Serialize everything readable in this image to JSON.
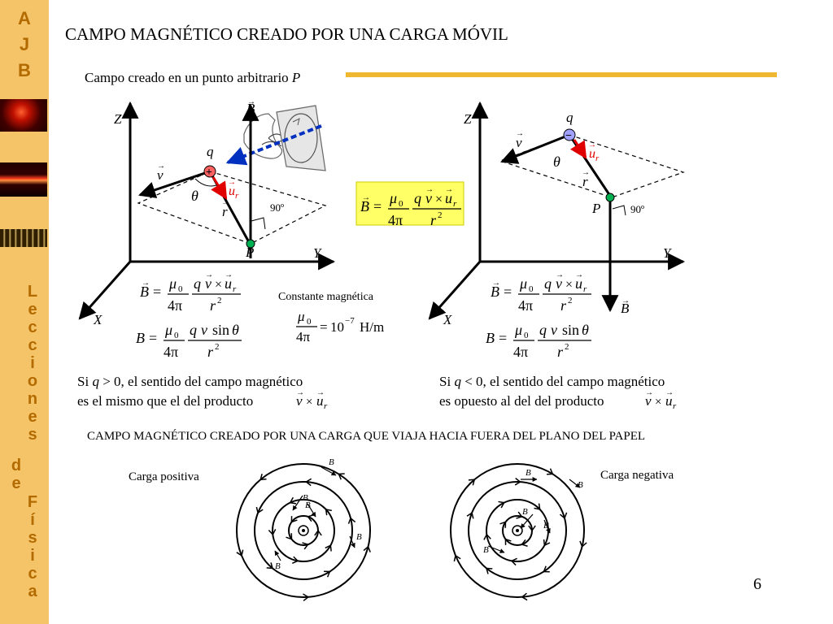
{
  "sidebar": {
    "letters_top": [
      "A",
      "J",
      "B"
    ],
    "letters_bottom": [
      "L",
      "e",
      "c",
      "c",
      "i",
      "o",
      "n",
      "e",
      "s",
      "d",
      "e",
      "F",
      "í",
      "s",
      "i",
      "c",
      "a"
    ]
  },
  "title": "CAMPO MAGNÉTICO CREADO POR UNA CARGA MÓVIL",
  "subtitle": "Campo creado en un punto arbitrario ",
  "subtitle_var": "P",
  "left_diagram": {
    "axis_z": "Z",
    "axis_y": "Y",
    "axis_x": "X",
    "label_B": "B",
    "label_q": "q",
    "label_v": "v",
    "label_theta": "θ",
    "label_ur": "u",
    "label_ur_sub": "r",
    "label_r": "r",
    "label_angle": "90º",
    "label_P": "P",
    "charge_sign": "+"
  },
  "right_diagram": {
    "axis_z": "Z",
    "axis_y": "Y",
    "axis_x": "X",
    "label_B": "B",
    "label_q": "q",
    "label_v": "v",
    "label_theta": "θ",
    "label_ur": "u",
    "label_ur_sub": "r",
    "label_r": "r",
    "label_angle": "90º",
    "label_P": "P",
    "charge_sign": "−"
  },
  "formulas": {
    "B": "B",
    "eq": "=",
    "mu0": "μ",
    "zero": "0",
    "four_pi": "4π",
    "q": "q",
    "v": "v",
    "times": "×",
    "u": "u",
    "r_sub": "r",
    "r": "r",
    "sq": "2",
    "sin": "sin",
    "theta": "θ"
  },
  "constant": {
    "label": "Constante magnética",
    "value": "10",
    "exponent": "−7",
    "unit": "H/m"
  },
  "left_note": {
    "line1_pre": "Si ",
    "line1_var": "q",
    "line1_post": " > 0, el sentido del campo magnético",
    "line2": "es el mismo que el del producto"
  },
  "right_note": {
    "line1_pre": "Si ",
    "line1_var": "q",
    "line1_post": " < 0, el sentido del campo magnético",
    "line2": "es opuesto al del del producto"
  },
  "bottom_heading": "CAMPO MAGNÉTICO CREADO POR UNA CARGA QUE VIAJA HACIA FUERA DEL PLANO DEL PAPEL",
  "positive_label": "Carga positiva",
  "negative_label": "Carga negativa",
  "field_label": "B",
  "page_number": "6",
  "colors": {
    "sidebar": "#f5c469",
    "sidebar_text": "#b36b00",
    "accent_bar": "#f0b830",
    "formula_box": "#ffff66",
    "unit_vector": "#e00000",
    "charge_pos": "#ff6060",
    "charge_neg": "#a0a0ff",
    "point_P": "#00b050",
    "dashed_arrow": "#0030c0"
  }
}
